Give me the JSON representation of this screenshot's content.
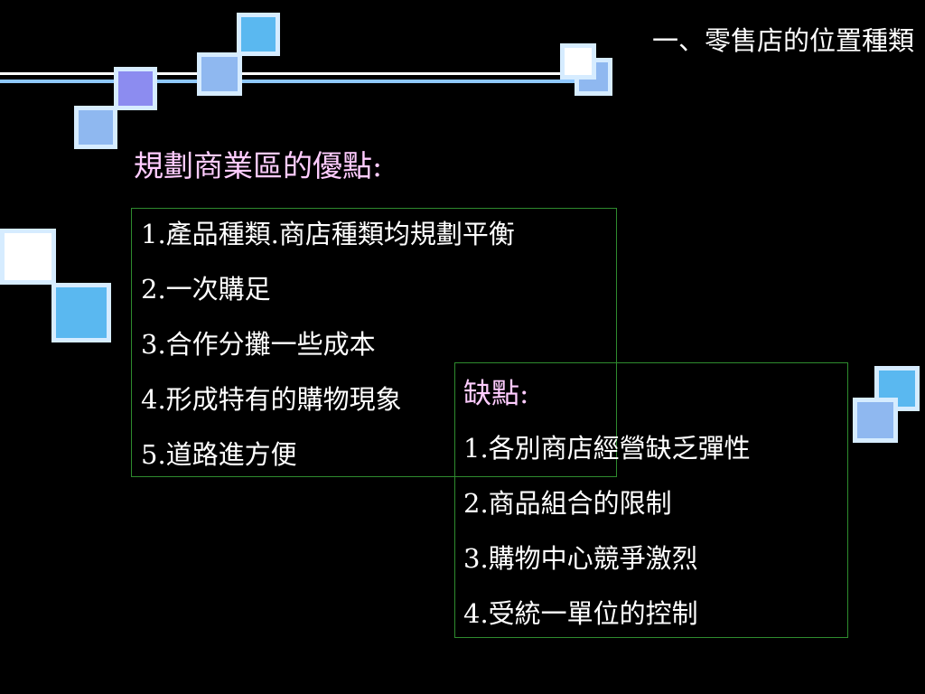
{
  "slide": {
    "title": "一、零售店的位置種類"
  },
  "pros": {
    "heading": "規劃商業區的優點:",
    "items": [
      "1.產品種類.商店種類均規劃平衡",
      "2.一次購足",
      "3.合作分攤一些成本",
      "4.形成特有的購物現象",
      "5.道路進方便"
    ]
  },
  "cons": {
    "heading": "缺點:",
    "items": [
      "1.各別商店經營缺乏彈性",
      "2.商品組合的限制",
      "3.購物中心競爭激烈",
      "4.受統一單位的控制"
    ]
  },
  "colors": {
    "background": "#000000",
    "heading": "#ffccff",
    "text": "#ffffff",
    "box_border": "#2e8b2e",
    "square_blue": "#5ab8f0",
    "square_lightblue": "#8fb8f0",
    "square_purple": "#8c8cf0",
    "square_border": "#d6ecff"
  }
}
